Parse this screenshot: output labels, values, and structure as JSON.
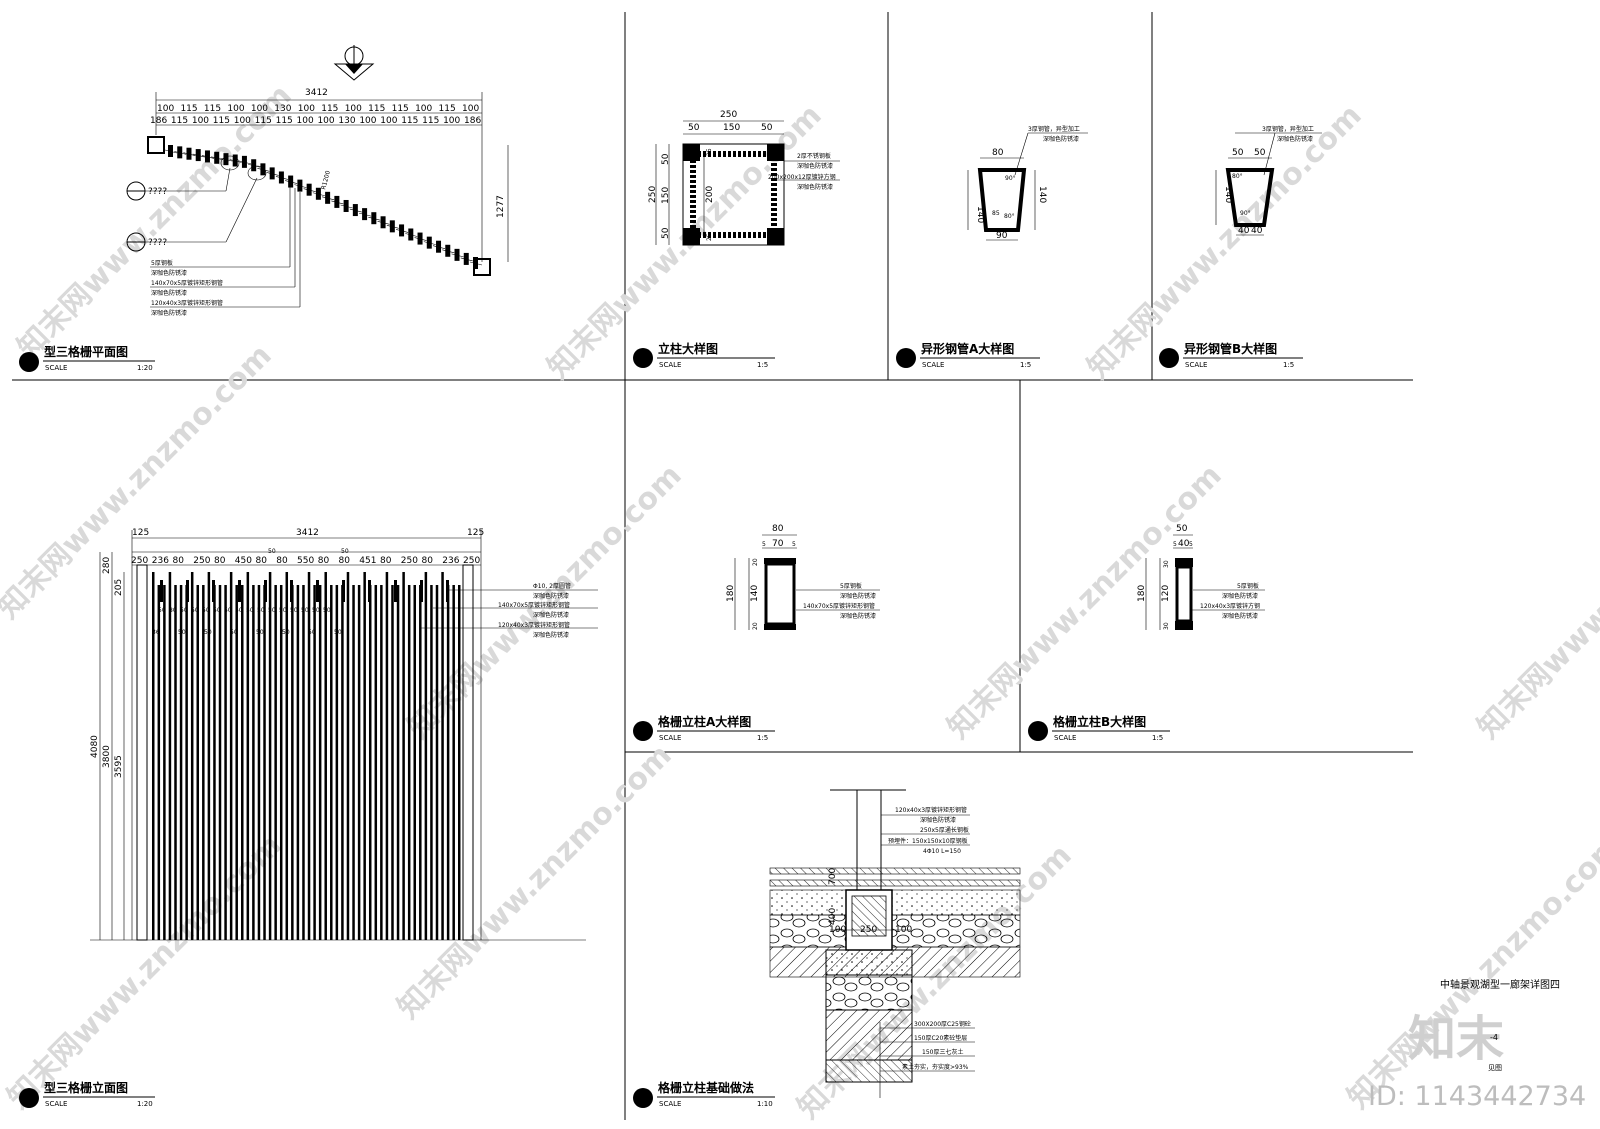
{
  "drawings": {
    "plan": {
      "title": "型三格栅平面图",
      "scale_label": "SCALE",
      "scale": "1:20",
      "total": "3412",
      "height_dim": "1277",
      "radius": "R1200",
      "dims_top": [
        "100",
        "115",
        "115",
        "100",
        "100",
        "130",
        "100",
        "115",
        "100",
        "115",
        "115",
        "100",
        "115",
        "100"
      ],
      "dims_bottom": [
        "186",
        "115",
        "100",
        "115",
        "100",
        "115",
        "115",
        "100",
        "100",
        "130",
        "100",
        "100",
        "115",
        "115",
        "100",
        "186"
      ],
      "section_marks": [
        "????",
        "????"
      ],
      "notes": [
        "5厚钢板",
        "深咖色防锈漆",
        "140x70x5厚镀锌矩形钢管",
        "深咖色防锈漆",
        "120x40x3厚镀锌矩形钢管",
        "深咖色防锈漆"
      ]
    },
    "post": {
      "title": "立柱大样图",
      "scale_label": "SCALE",
      "scale": "1:5",
      "dims": {
        "w": "250",
        "a": "50",
        "b": "150",
        "c": "50",
        "h": "250",
        "inner": "200",
        "t": "25"
      },
      "notes": [
        "2厚不锈钢板",
        "深咖色防锈漆",
        "200x200x12厚镀锌方钢",
        "深咖色防锈漆"
      ]
    },
    "pipe_a": {
      "title": "异形钢管A大样图",
      "scale_label": "SCALE",
      "scale": "1:5",
      "dims": {
        "top": "80",
        "h1": "140",
        "h2": "140",
        "bottom": "90",
        "ang1": "90°",
        "ang2": "85",
        "ang3": "80°"
      },
      "notes": [
        "3厚钢管，异型加工",
        "深咖色防锈漆"
      ]
    },
    "pipe_b": {
      "title": "异形钢管B大样图",
      "scale_label": "SCALE",
      "scale": "1:5",
      "dims": {
        "a": "50",
        "b": "50",
        "h": "140",
        "ang1": "80°",
        "ang2": "90°",
        "c": "40",
        "d": "40"
      },
      "notes": [
        "3厚钢管，异型加工",
        "深咖色防锈漆"
      ]
    },
    "elevation": {
      "title": "型三格栅立面图",
      "scale_label": "SCALE",
      "scale": "1:20",
      "total": "3412",
      "edge": "125",
      "dims_row": [
        "250",
        "236",
        "80",
        "250",
        "80",
        "450",
        "80",
        "80",
        "550",
        "80",
        "80",
        "451",
        "80",
        "250",
        "80",
        "236",
        "250"
      ],
      "marks": [
        "50",
        "50"
      ],
      "heights": [
        "4080",
        "3800",
        "3595"
      ],
      "top_dims": [
        "280",
        "205"
      ],
      "small_dims": [
        "50",
        "80",
        "50",
        "50",
        "50",
        "50",
        "50",
        "50",
        "50",
        "50",
        "50",
        "50",
        "50",
        "50",
        "50",
        "50"
      ],
      "small_dims2": [
        "36",
        "50",
        "50",
        "50",
        "50",
        "50",
        "50",
        "50"
      ],
      "notes": [
        "Φ10, 2厚圆管",
        "深咖色防锈漆",
        "140x70x5厚镀锌矩形钢管",
        "深咖色防锈漆",
        "120x40x3厚镀锌矩形钢管",
        "深咖色防锈漆"
      ]
    },
    "grille_a": {
      "title": "格栅立柱A大样图",
      "scale_label": "SCALE",
      "scale": "1:5",
      "dims": {
        "w": "80",
        "a": "5",
        "b": "70",
        "c": "5",
        "h": "180",
        "m": "140",
        "t1": "20",
        "t2": "20"
      },
      "notes": [
        "5厚钢板",
        "深咖色防锈漆",
        "140x70x5厚镀锌矩形钢管",
        "深咖色防锈漆"
      ]
    },
    "grille_b": {
      "title": "格栅立柱B大样图",
      "scale_label": "SCALE",
      "scale": "1:5",
      "dims": {
        "w": "50",
        "a": "5",
        "b": "40",
        "c": "5",
        "h": "180",
        "m": "120",
        "t1": "30",
        "t2": "30"
      },
      "notes": [
        "5厚钢板",
        "深咖色防锈漆",
        "120x40x3厚镀锌方钢",
        "深咖色防锈漆"
      ]
    },
    "foundation": {
      "title": "格栅立柱基础做法",
      "scale_label": "SCALE",
      "scale": "1:10",
      "dims": {
        "d1": "700",
        "d2": "400",
        "w1": "100",
        "w2": "250",
        "w3": "100"
      },
      "notes_top": [
        "120x40x3厚镀锌矩形钢管",
        "深咖色防锈漆",
        "250x5厚通长钢板",
        "预埋件：150x150x10厚钢板",
        "4Φ10  L=150"
      ],
      "notes_bottom": [
        "300X200厚C25钢砼",
        "150厚C20素砼垫层",
        "150厚三七灰土",
        "素土夯实，夯实度>93%"
      ]
    }
  },
  "sheet": {
    "project_title": "中轴景观湖型一廊架详图四",
    "ref_text": "-4",
    "ref_caption": "见图",
    "logo_text": "知末",
    "id_text": "ID: 1143442734",
    "watermark": "知末网www.znzmo.com"
  }
}
